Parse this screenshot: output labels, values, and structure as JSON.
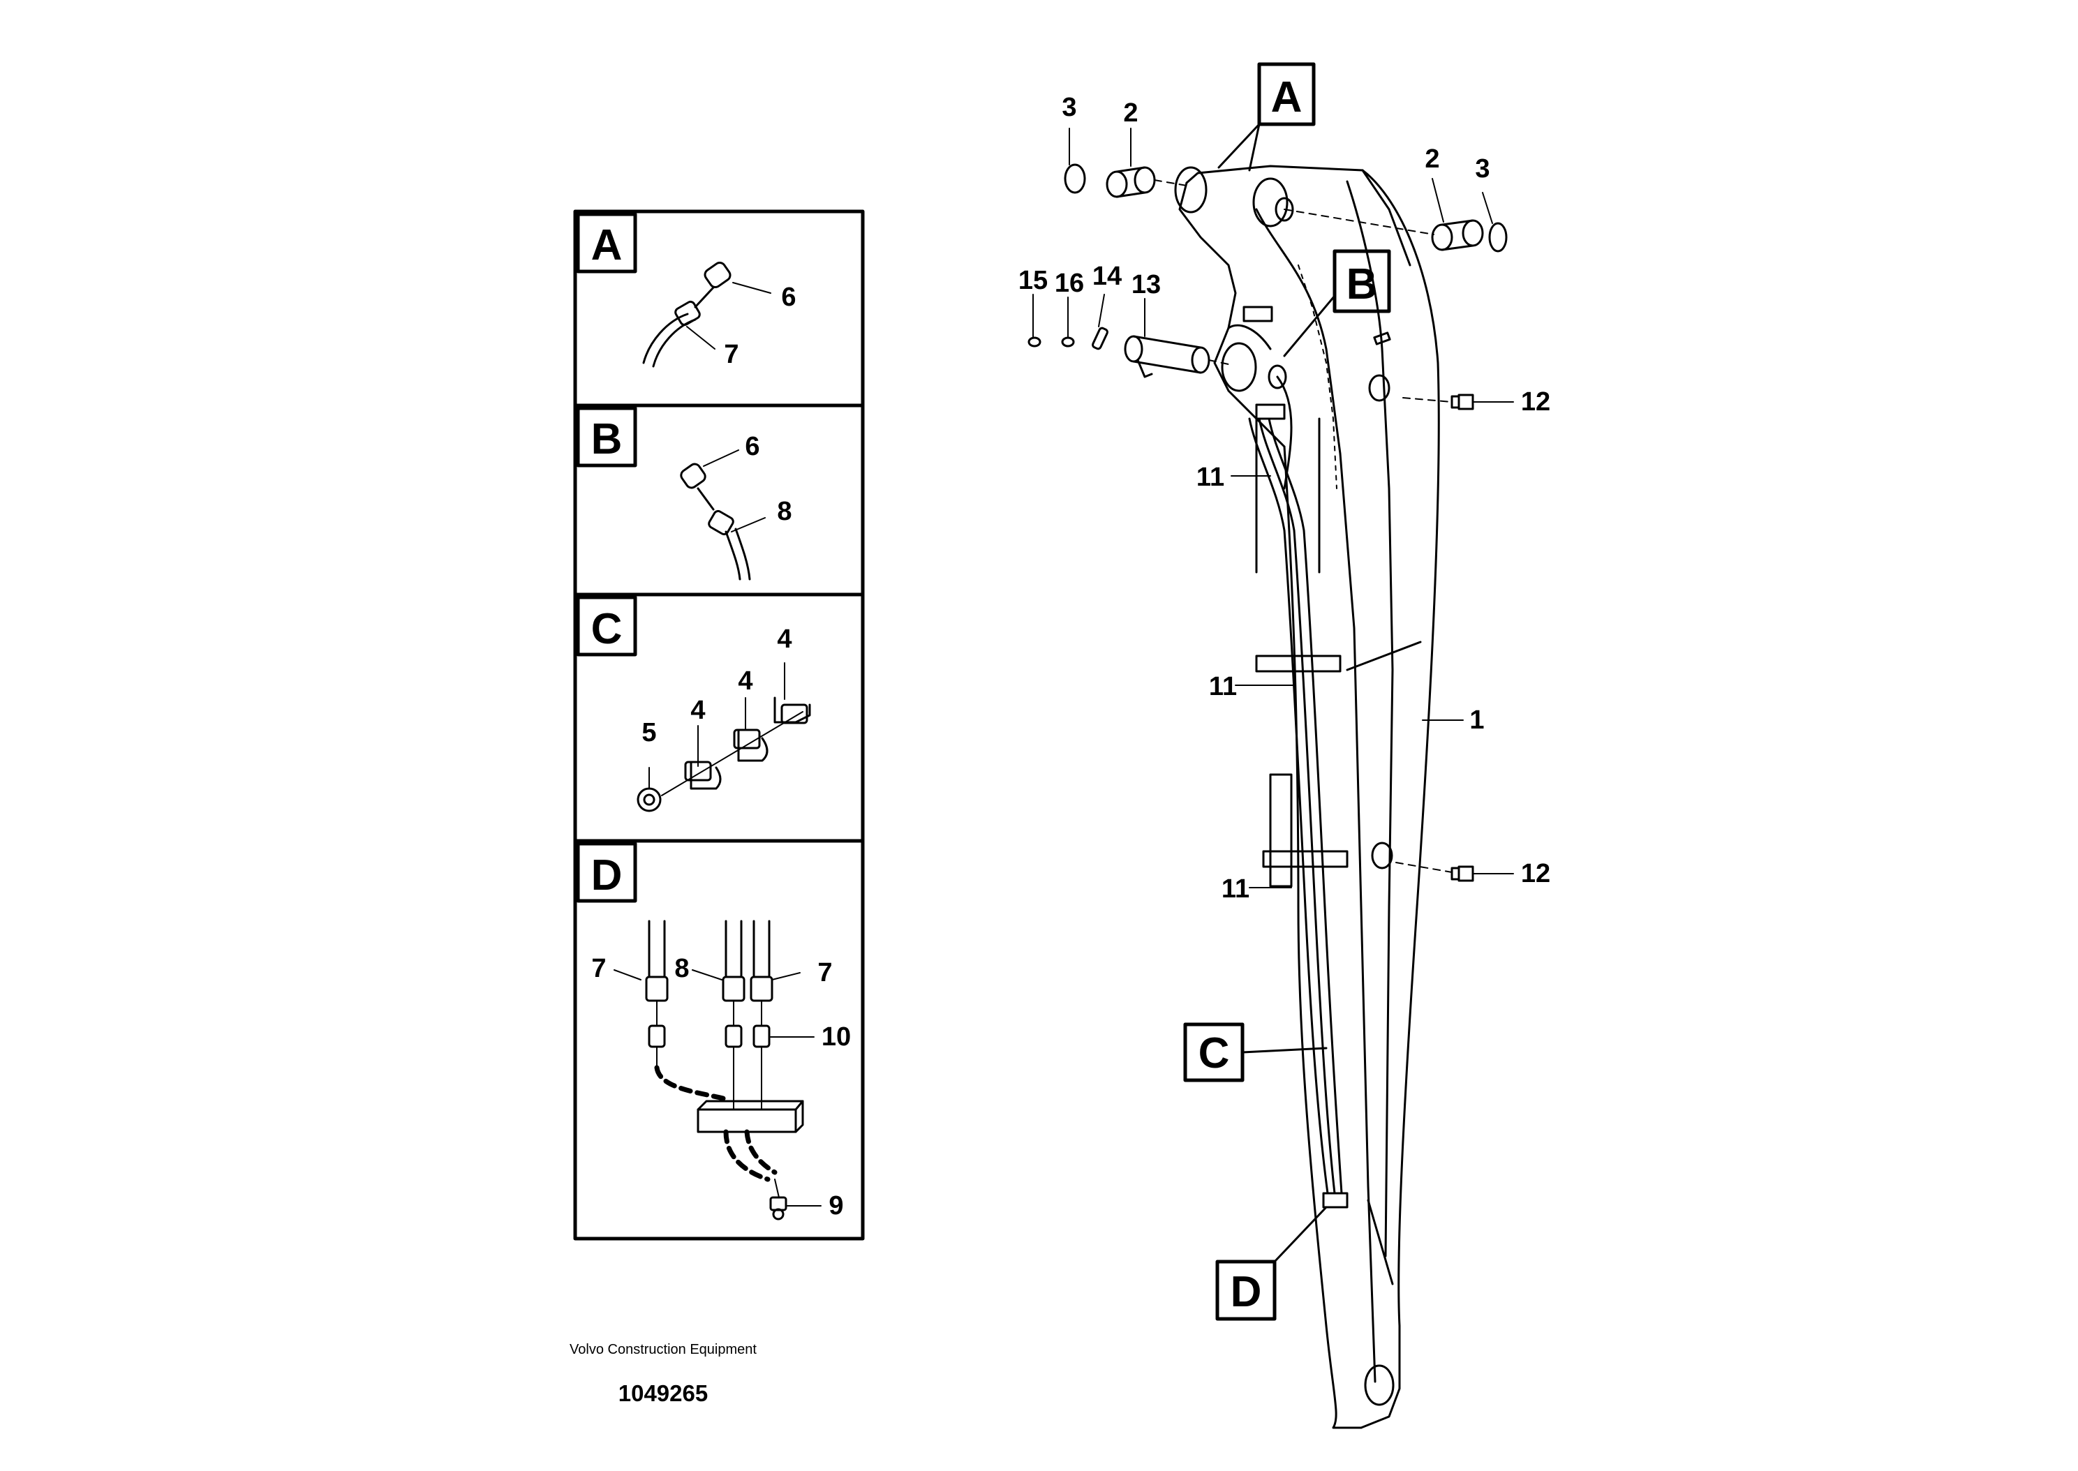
{
  "panels": [
    {
      "letter": "A",
      "callouts": [
        "6",
        "7"
      ]
    },
    {
      "letter": "B",
      "callouts": [
        "6",
        "8"
      ]
    },
    {
      "letter": "C",
      "callouts": [
        "4",
        "4",
        "4",
        "5"
      ]
    },
    {
      "letter": "D",
      "callouts": [
        "7",
        "8",
        "7",
        "10",
        "9"
      ]
    }
  ],
  "main": {
    "detail_markers": [
      "A",
      "B",
      "C",
      "D"
    ],
    "callouts": [
      "3",
      "2",
      "2",
      "3",
      "15",
      "16",
      "14",
      "13",
      "12",
      "11",
      "11",
      "1",
      "11",
      "12"
    ]
  },
  "footer": {
    "company": "Volvo Construction Equipment",
    "drawing_number": "1049265"
  }
}
